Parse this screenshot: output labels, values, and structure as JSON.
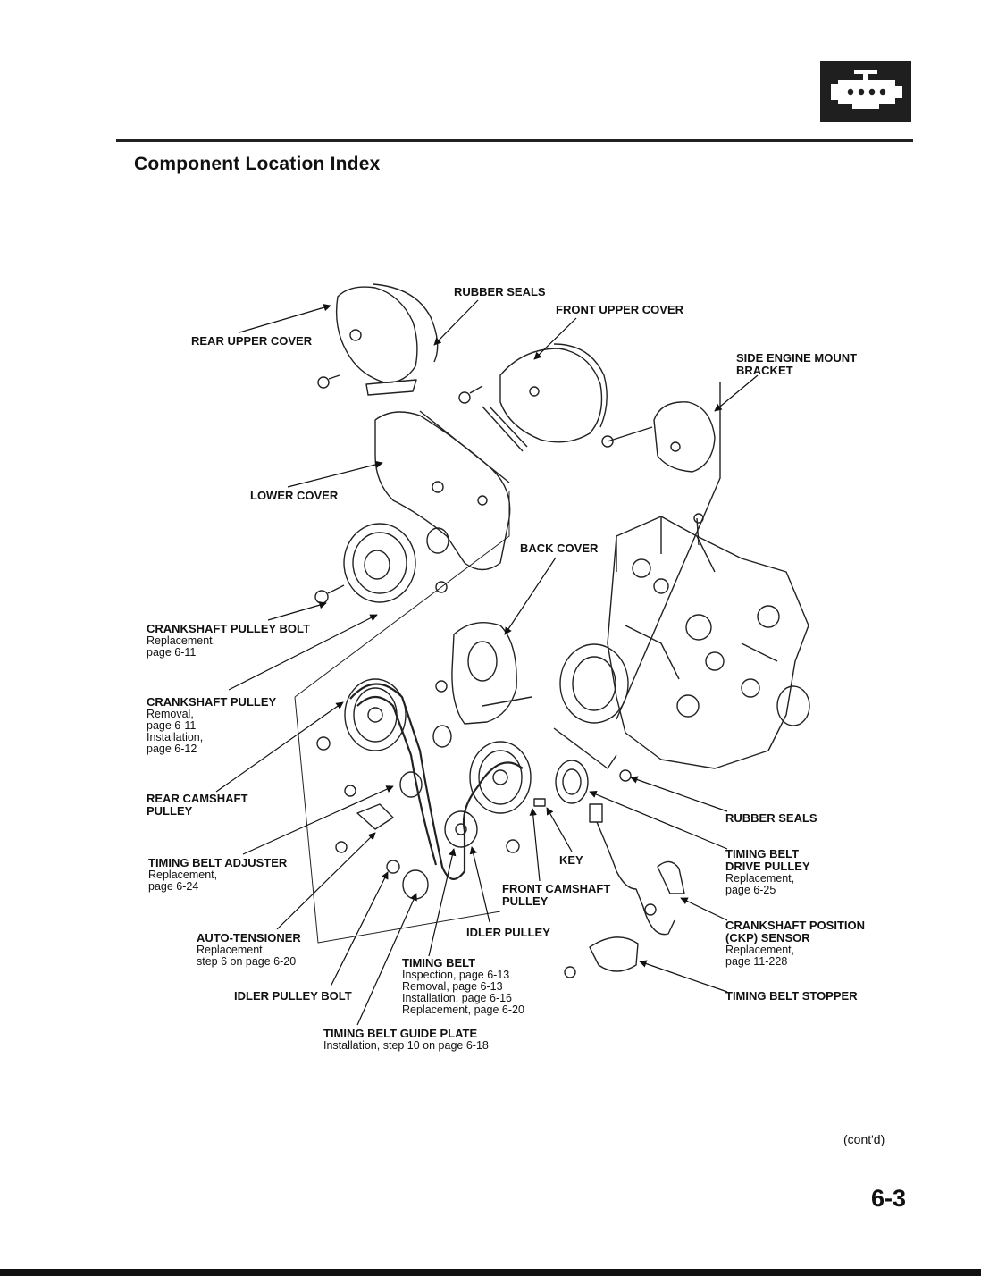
{
  "page": {
    "title": "Component Location Index",
    "contd": "(cont'd)",
    "page_number": "6-3",
    "section_icon": "engine-icon"
  },
  "labels": {
    "rubber_seals_top": {
      "title": "RUBBER SEALS"
    },
    "front_upper_cover": {
      "title": "FRONT UPPER COVER"
    },
    "rear_upper_cover": {
      "title": "REAR UPPER COVER"
    },
    "side_engine_mount_bracket": {
      "title_line1": "SIDE ENGINE MOUNT",
      "title_line2": "BRACKET"
    },
    "lower_cover": {
      "title": "LOWER COVER"
    },
    "back_cover": {
      "title": "BACK COVER"
    },
    "crankshaft_pulley_bolt": {
      "title": "CRANKSHAFT PULLEY BOLT",
      "lines": [
        "Replacement,",
        " page 6-11"
      ]
    },
    "crankshaft_pulley": {
      "title": "CRANKSHAFT PULLEY",
      "lines": [
        "Removal,",
        " page 6-11",
        "Installation,",
        " page 6-12"
      ]
    },
    "rear_camshaft_pulley": {
      "title_line1": "REAR CAMSHAFT",
      "title_line2": "PULLEY"
    },
    "timing_belt_adjuster": {
      "title": "TIMING BELT ADJUSTER",
      "lines": [
        "Replacement,",
        " page 6-24"
      ]
    },
    "auto_tensioner": {
      "title": "AUTO-TENSIONER",
      "lines": [
        "Replacement,",
        " step 6 on page 6-20"
      ]
    },
    "idler_pulley_bolt": {
      "title": "IDLER PULLEY BOLT"
    },
    "timing_belt": {
      "title": "TIMING BELT",
      "lines": [
        "Inspection, page 6-13",
        "Removal, page 6-13",
        "Installation, page 6-16",
        "Replacement, page 6-20"
      ]
    },
    "timing_belt_guide_plate": {
      "title": "TIMING BELT GUIDE PLATE",
      "lines": [
        "Installation, step 10 on page 6-18"
      ]
    },
    "idler_pulley": {
      "title": "IDLER PULLEY"
    },
    "front_camshaft_pulley": {
      "title_line1": "FRONT CAMSHAFT",
      "title_line2": "PULLEY"
    },
    "key": {
      "title": "KEY"
    },
    "rubber_seals_bottom": {
      "title": "RUBBER SEALS"
    },
    "timing_belt_drive_pulley": {
      "title_line1": "TIMING BELT",
      "title_line2": "DRIVE PULLEY",
      "lines": [
        "Replacement,",
        " page 6-25"
      ]
    },
    "ckp_sensor": {
      "title_line1": "CRANKSHAFT POSITION",
      "title_line2": "(CKP) SENSOR",
      "lines": [
        "Replacement,",
        " page 11-228"
      ]
    },
    "timing_belt_stopper": {
      "title": "TIMING BELT STOPPER"
    }
  }
}
